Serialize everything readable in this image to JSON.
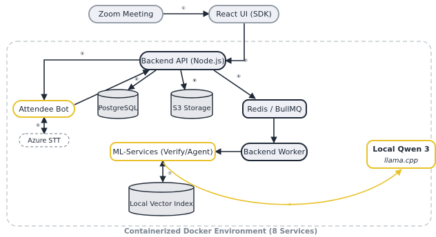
{
  "nodes": {
    "zoom": "Zoom Meeting",
    "react_ui": "React UI (SDK)",
    "backend_api": "Backend API (Node.js)",
    "attendee_bot": "Attendee Bot",
    "postgres": "PostgreSQL",
    "s3": "S3 Storage",
    "redis": "Redis / BullMQ",
    "azure_stt": "Azure STT",
    "ml_services": "ML-Services (Verify/Agent)",
    "backend_worker": "Backend Worker",
    "qwen_title": "Local Qwen 3",
    "qwen_sub": "llama.cpp",
    "vector_index": "Local Vector Index"
  },
  "steps": {
    "s1": "①",
    "s2": "②",
    "s3": "③",
    "s4": "④",
    "s5": "⑤",
    "s6": "⑥",
    "s7": "⑦",
    "s8": "⑧",
    "s9": "⑨"
  },
  "container_caption": "Containerized Docker Environment (8 Services)",
  "colors": {
    "dark_stroke": "#1f2937",
    "gray_stroke": "#8a939d",
    "yellow_stroke": "#e8c22a",
    "box_fill": "#eef0f6",
    "db_fill": "#e6e7ea",
    "container_dash": "#b9c0c8"
  }
}
